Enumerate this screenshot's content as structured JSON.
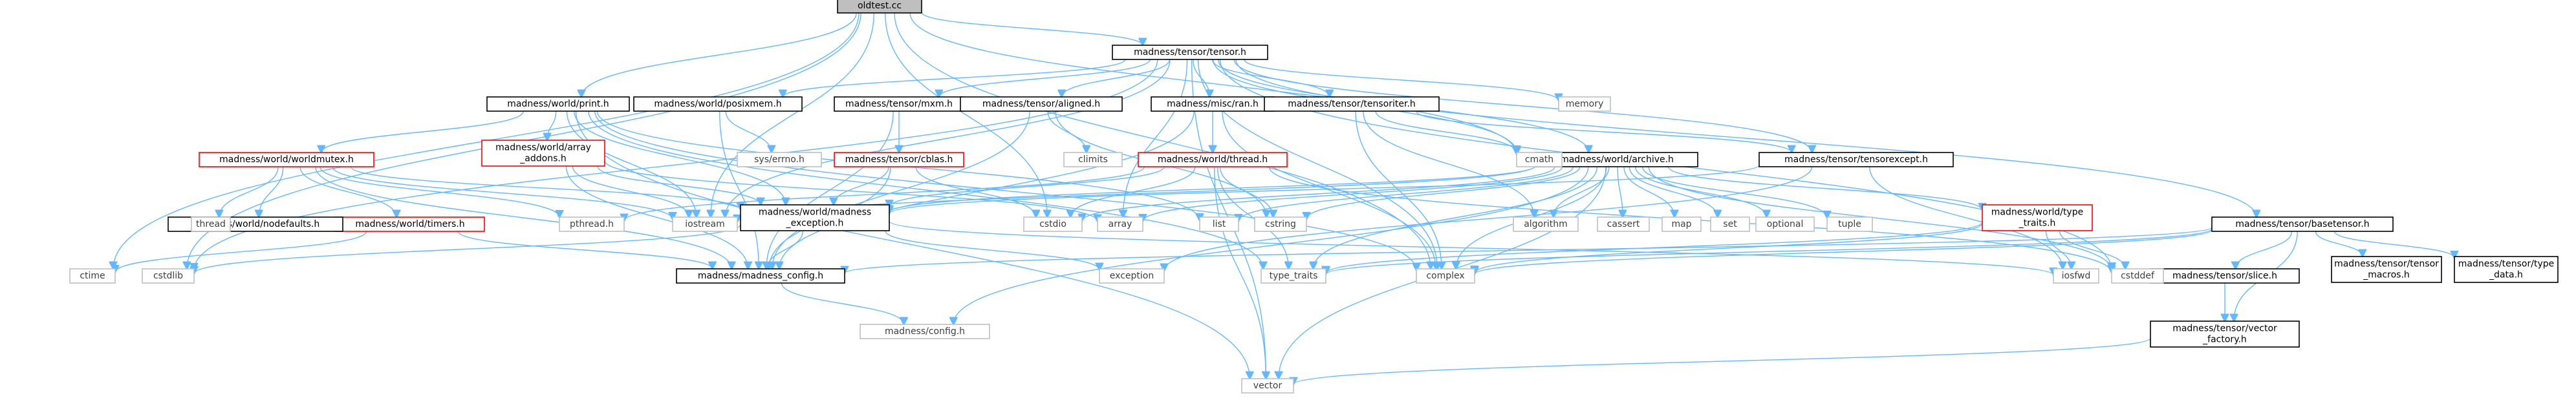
{
  "colors": {
    "edge": "#63b8ff",
    "root_fill": "#bfbfbf",
    "normal_border": "#000000",
    "truncated_border": "#ff0000",
    "system_border": "#bfbfbf"
  },
  "diagram": {
    "root": "oldtest.cc",
    "nodes": [
      {
        "id": "oldtest",
        "kind": "root",
        "lines": [
          "oldtest.cc"
        ]
      },
      {
        "id": "tensor_h",
        "kind": "normal",
        "lines": [
          "madness/tensor/tensor.h"
        ]
      },
      {
        "id": "print_h",
        "kind": "normal",
        "lines": [
          "madness/world/print.h"
        ]
      },
      {
        "id": "posixmem_h",
        "kind": "normal",
        "lines": [
          "madness/world/posixmem.h"
        ]
      },
      {
        "id": "mxm_h",
        "kind": "normal",
        "lines": [
          "madness/tensor/mxm.h"
        ]
      },
      {
        "id": "aligned_h",
        "kind": "normal",
        "lines": [
          "madness/tensor/aligned.h"
        ]
      },
      {
        "id": "ran_h",
        "kind": "normal",
        "lines": [
          "madness/misc/ran.h"
        ]
      },
      {
        "id": "tensoriter_h",
        "kind": "normal",
        "lines": [
          "madness/tensor/tensoriter.h"
        ]
      },
      {
        "id": "archive_h",
        "kind": "normal",
        "lines": [
          "madness/world/archive.h"
        ]
      },
      {
        "id": "tensorexcept_h",
        "kind": "normal",
        "lines": [
          "madness/tensor/tensorexcept.h"
        ]
      },
      {
        "id": "basetensor_h",
        "kind": "normal",
        "lines": [
          "madness/tensor/basetensor.h"
        ]
      },
      {
        "id": "worldmutex_h",
        "kind": "trunc",
        "lines": [
          "madness/world/worldmutex.h"
        ]
      },
      {
        "id": "array_addons_h",
        "kind": "trunc",
        "lines": [
          "madness/world/array",
          "_addons.h"
        ]
      },
      {
        "id": "cblas_h",
        "kind": "trunc",
        "lines": [
          "madness/tensor/cblas.h"
        ]
      },
      {
        "id": "thread_h",
        "kind": "trunc",
        "lines": [
          "madness/world/thread.h"
        ]
      },
      {
        "id": "timers_h",
        "kind": "trunc",
        "lines": [
          "madness/world/timers.h"
        ]
      },
      {
        "id": "type_traits_h",
        "kind": "trunc",
        "lines": [
          "madness/world/type",
          "_traits.h"
        ]
      },
      {
        "id": "nodefaults_h",
        "kind": "normal",
        "lines": [
          "madness/world/nodefaults.h"
        ]
      },
      {
        "id": "madness_exception_h",
        "kind": "normal",
        "lines": [
          "madness/world/madness",
          "_exception.h"
        ]
      },
      {
        "id": "madness_config_h",
        "kind": "normal",
        "lines": [
          "madness/madness_config.h"
        ]
      },
      {
        "id": "slice_h",
        "kind": "normal",
        "lines": [
          "madness/tensor/slice.h"
        ]
      },
      {
        "id": "tensor_macros_h",
        "kind": "normal",
        "lines": [
          "madness/tensor/tensor",
          "_macros.h"
        ]
      },
      {
        "id": "type_data_h",
        "kind": "normal",
        "lines": [
          "madness/tensor/type",
          "_data.h"
        ]
      },
      {
        "id": "vector_factory_h",
        "kind": "normal",
        "lines": [
          "madness/tensor/vector",
          "_factory.h"
        ]
      },
      {
        "id": "config_h",
        "kind": "sys",
        "lines": [
          "madness/config.h"
        ]
      },
      {
        "id": "ctime",
        "kind": "sys",
        "lines": [
          "ctime"
        ]
      },
      {
        "id": "cstdlib",
        "kind": "sys",
        "lines": [
          "cstdlib"
        ]
      },
      {
        "id": "iostream",
        "kind": "sys",
        "lines": [
          "iostream"
        ]
      },
      {
        "id": "cstdio",
        "kind": "sys",
        "lines": [
          "cstdio"
        ]
      },
      {
        "id": "memory",
        "kind": "sys",
        "lines": [
          "memory"
        ]
      },
      {
        "id": "cmath",
        "kind": "sys",
        "lines": [
          "cmath"
        ]
      },
      {
        "id": "complex",
        "kind": "sys",
        "lines": [
          "complex"
        ]
      },
      {
        "id": "vector",
        "kind": "sys",
        "lines": [
          "vector"
        ]
      },
      {
        "id": "array",
        "kind": "sys",
        "lines": [
          "array"
        ]
      },
      {
        "id": "list",
        "kind": "sys",
        "lines": [
          "list"
        ]
      },
      {
        "id": "cstring",
        "kind": "sys",
        "lines": [
          "cstring"
        ]
      },
      {
        "id": "cstddef",
        "kind": "sys",
        "lines": [
          "cstddef"
        ]
      },
      {
        "id": "iosfwd",
        "kind": "sys",
        "lines": [
          "iosfwd"
        ]
      },
      {
        "id": "type_traits",
        "kind": "sys",
        "lines": [
          "type_traits"
        ]
      },
      {
        "id": "exception",
        "kind": "sys",
        "lines": [
          "exception"
        ]
      },
      {
        "id": "errno_h",
        "kind": "sys",
        "lines": [
          "sys/errno.h"
        ]
      },
      {
        "id": "climits",
        "kind": "sys",
        "lines": [
          "climits"
        ]
      },
      {
        "id": "thread",
        "kind": "sys",
        "lines": [
          "thread"
        ]
      },
      {
        "id": "pthread_h",
        "kind": "sys",
        "lines": [
          "pthread.h"
        ]
      },
      {
        "id": "algorithm",
        "kind": "sys",
        "lines": [
          "algorithm"
        ]
      },
      {
        "id": "cassert",
        "kind": "sys",
        "lines": [
          "cassert"
        ]
      },
      {
        "id": "map",
        "kind": "sys",
        "lines": [
          "map"
        ]
      },
      {
        "id": "set",
        "kind": "sys",
        "lines": [
          "set"
        ]
      },
      {
        "id": "optional",
        "kind": "sys",
        "lines": [
          "optional"
        ]
      },
      {
        "id": "tuple",
        "kind": "sys",
        "lines": [
          "tuple"
        ]
      }
    ],
    "edges": [
      [
        "oldtest",
        "tensor_h"
      ],
      [
        "oldtest",
        "print_h"
      ],
      [
        "oldtest",
        "ctime"
      ],
      [
        "oldtest",
        "cstdlib"
      ],
      [
        "oldtest",
        "iostream"
      ],
      [
        "oldtest",
        "cstdio"
      ],
      [
        "oldtest",
        "cmath"
      ],
      [
        "oldtest",
        "complex"
      ],
      [
        "tensor_h",
        "posixmem_h"
      ],
      [
        "tensor_h",
        "mxm_h"
      ],
      [
        "tensor_h",
        "aligned_h"
      ],
      [
        "tensor_h",
        "ran_h"
      ],
      [
        "tensor_h",
        "tensoriter_h"
      ],
      [
        "tensor_h",
        "archive_h"
      ],
      [
        "tensor_h",
        "tensorexcept_h"
      ],
      [
        "tensor_h",
        "basetensor_h"
      ],
      [
        "tensor_h",
        "memory"
      ],
      [
        "tensor_h",
        "cmath"
      ],
      [
        "tensor_h",
        "complex"
      ],
      [
        "tensor_h",
        "cstdlib"
      ],
      [
        "tensor_h",
        "vector"
      ],
      [
        "tensor_h",
        "array"
      ],
      [
        "tensor_h",
        "cstddef"
      ],
      [
        "tensor_h",
        "iostream"
      ],
      [
        "print_h",
        "worldmutex_h"
      ],
      [
        "print_h",
        "array_addons_h"
      ],
      [
        "print_h",
        "madness_exception_h"
      ],
      [
        "print_h",
        "type_traits"
      ],
      [
        "print_h",
        "iostream"
      ],
      [
        "print_h",
        "list"
      ],
      [
        "print_h",
        "vector"
      ],
      [
        "print_h",
        "complex"
      ],
      [
        "posixmem_h",
        "madness_config_h"
      ],
      [
        "posixmem_h",
        "errno_h"
      ],
      [
        "mxm_h",
        "cblas_h"
      ],
      [
        "mxm_h",
        "madness_config_h"
      ],
      [
        "aligned_h",
        "madness_config_h"
      ],
      [
        "aligned_h",
        "climits"
      ],
      [
        "aligned_h",
        "cstring"
      ],
      [
        "ran_h",
        "thread_h"
      ],
      [
        "ran_h",
        "madness_config_h"
      ],
      [
        "ran_h",
        "complex"
      ],
      [
        "tensoriter_h",
        "complex"
      ],
      [
        "tensoriter_h",
        "cmath"
      ],
      [
        "tensoriter_h",
        "algorithm"
      ],
      [
        "tensoriter_h",
        "tensorexcept_h"
      ],
      [
        "archive_h",
        "type_traits_h"
      ],
      [
        "archive_h",
        "madness_exception_h"
      ],
      [
        "archive_h",
        "array"
      ],
      [
        "archive_h",
        "list"
      ],
      [
        "archive_h",
        "cstdio"
      ],
      [
        "archive_h",
        "algorithm"
      ],
      [
        "archive_h",
        "cassert"
      ],
      [
        "archive_h",
        "map"
      ],
      [
        "archive_h",
        "set"
      ],
      [
        "archive_h",
        "optional"
      ],
      [
        "archive_h",
        "tuple"
      ],
      [
        "archive_h",
        "complex"
      ],
      [
        "archive_h",
        "cstring"
      ],
      [
        "archive_h",
        "iostream"
      ],
      [
        "archive_h",
        "vector"
      ],
      [
        "archive_h",
        "type_traits"
      ],
      [
        "archive_h",
        "cstddef"
      ],
      [
        "archive_h",
        "config_h"
      ],
      [
        "tensorexcept_h",
        "madness_exception_h"
      ],
      [
        "tensorexcept_h",
        "iosfwd"
      ],
      [
        "tensorexcept_h",
        "exception"
      ],
      [
        "basetensor_h",
        "slice_h"
      ],
      [
        "basetensor_h",
        "tensor_macros_h"
      ],
      [
        "basetensor_h",
        "type_data_h"
      ],
      [
        "basetensor_h",
        "vector_factory_h"
      ],
      [
        "basetensor_h",
        "madness_config_h"
      ],
      [
        "basetensor_h",
        "type_traits"
      ],
      [
        "basetensor_h",
        "complex"
      ],
      [
        "worldmutex_h",
        "nodefaults_h"
      ],
      [
        "worldmutex_h",
        "timers_h"
      ],
      [
        "worldmutex_h",
        "thread"
      ],
      [
        "worldmutex_h",
        "pthread_h"
      ],
      [
        "worldmutex_h",
        "madness_exception_h"
      ],
      [
        "worldmutex_h",
        "madness_config_h"
      ],
      [
        "worldmutex_h",
        "iostream"
      ],
      [
        "array_addons_h",
        "madness_exception_h"
      ],
      [
        "array_addons_h",
        "madness_config_h"
      ],
      [
        "array_addons_h",
        "iostream"
      ],
      [
        "array_addons_h",
        "array"
      ],
      [
        "cblas_h",
        "madness_exception_h"
      ],
      [
        "cblas_h",
        "madness_config_h"
      ],
      [
        "cblas_h",
        "cstdio"
      ],
      [
        "thread_h",
        "madness_exception_h"
      ],
      [
        "thread_h",
        "pthread_h"
      ],
      [
        "thread_h",
        "cstdio"
      ],
      [
        "thread_h",
        "cstring"
      ],
      [
        "thread_h",
        "vector"
      ],
      [
        "thread_h",
        "type_traits"
      ],
      [
        "thread_h",
        "cstddef"
      ],
      [
        "timers_h",
        "madness_config_h"
      ],
      [
        "timers_h",
        "ctime"
      ],
      [
        "type_traits_h",
        "type_traits"
      ],
      [
        "type_traits_h",
        "iosfwd"
      ],
      [
        "type_traits_h",
        "cstddef"
      ],
      [
        "type_traits_h",
        "complex"
      ],
      [
        "madness_exception_h",
        "madness_config_h"
      ],
      [
        "madness_exception_h",
        "exception"
      ],
      [
        "madness_exception_h",
        "cstdlib"
      ],
      [
        "madness_exception_h",
        "iosfwd"
      ],
      [
        "madness_config_h",
        "config_h"
      ],
      [
        "slice_h",
        "vector_factory_h"
      ],
      [
        "vector_factory_h",
        "vector"
      ]
    ]
  }
}
